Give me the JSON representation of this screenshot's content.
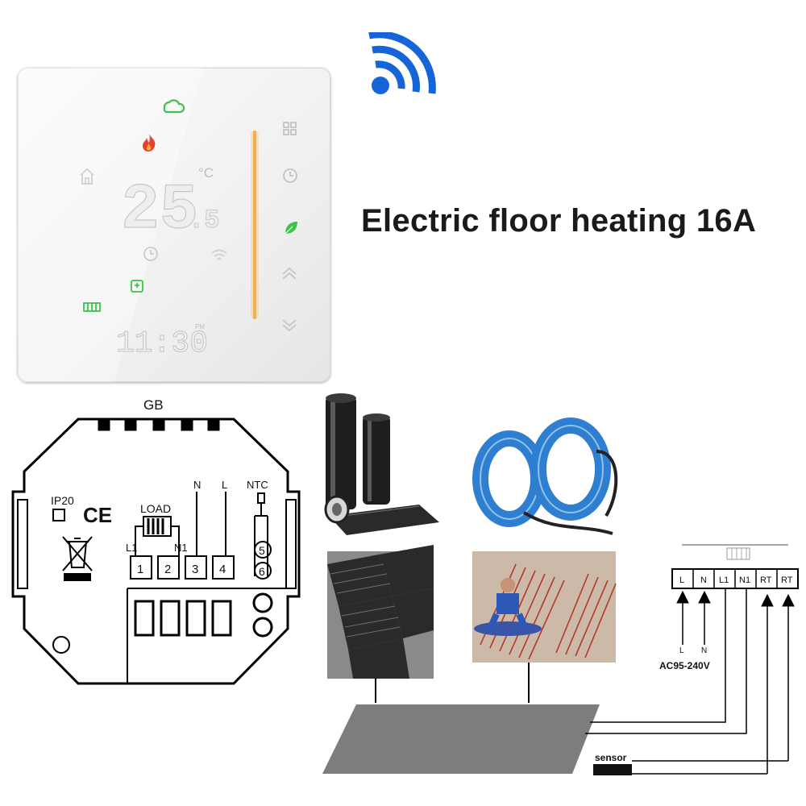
{
  "headline": "Electric floor heating 16A",
  "thermostat": {
    "temperature_main": "25",
    "temperature_decimal": ".5",
    "unit": "°C",
    "clock": "11:30",
    "period": "PM"
  },
  "wiring_diagram": {
    "model": "GB",
    "ip_rating": "IP20",
    "ce_mark": "CE",
    "load_label": "LOAD",
    "l1_label": "L1",
    "n1_label": "N1",
    "n_label": "N",
    "l_label": "L",
    "ntc_label": "NTC",
    "terminals": [
      "1",
      "2",
      "3",
      "4",
      "5",
      "6"
    ]
  },
  "terminal_block": {
    "terminals": [
      "L",
      "N",
      "L1",
      "N1",
      "RT",
      "RT"
    ],
    "input_l": "L",
    "input_n": "N",
    "supply": "AC95-240V",
    "sensor": "sensor"
  },
  "colors": {
    "wifi_blue": "#1565d8",
    "cable_blue": "#2f7fd0",
    "led_green": "#3ec24a",
    "led_orange": "#f2a43a",
    "flame_red": "#e8402a"
  }
}
